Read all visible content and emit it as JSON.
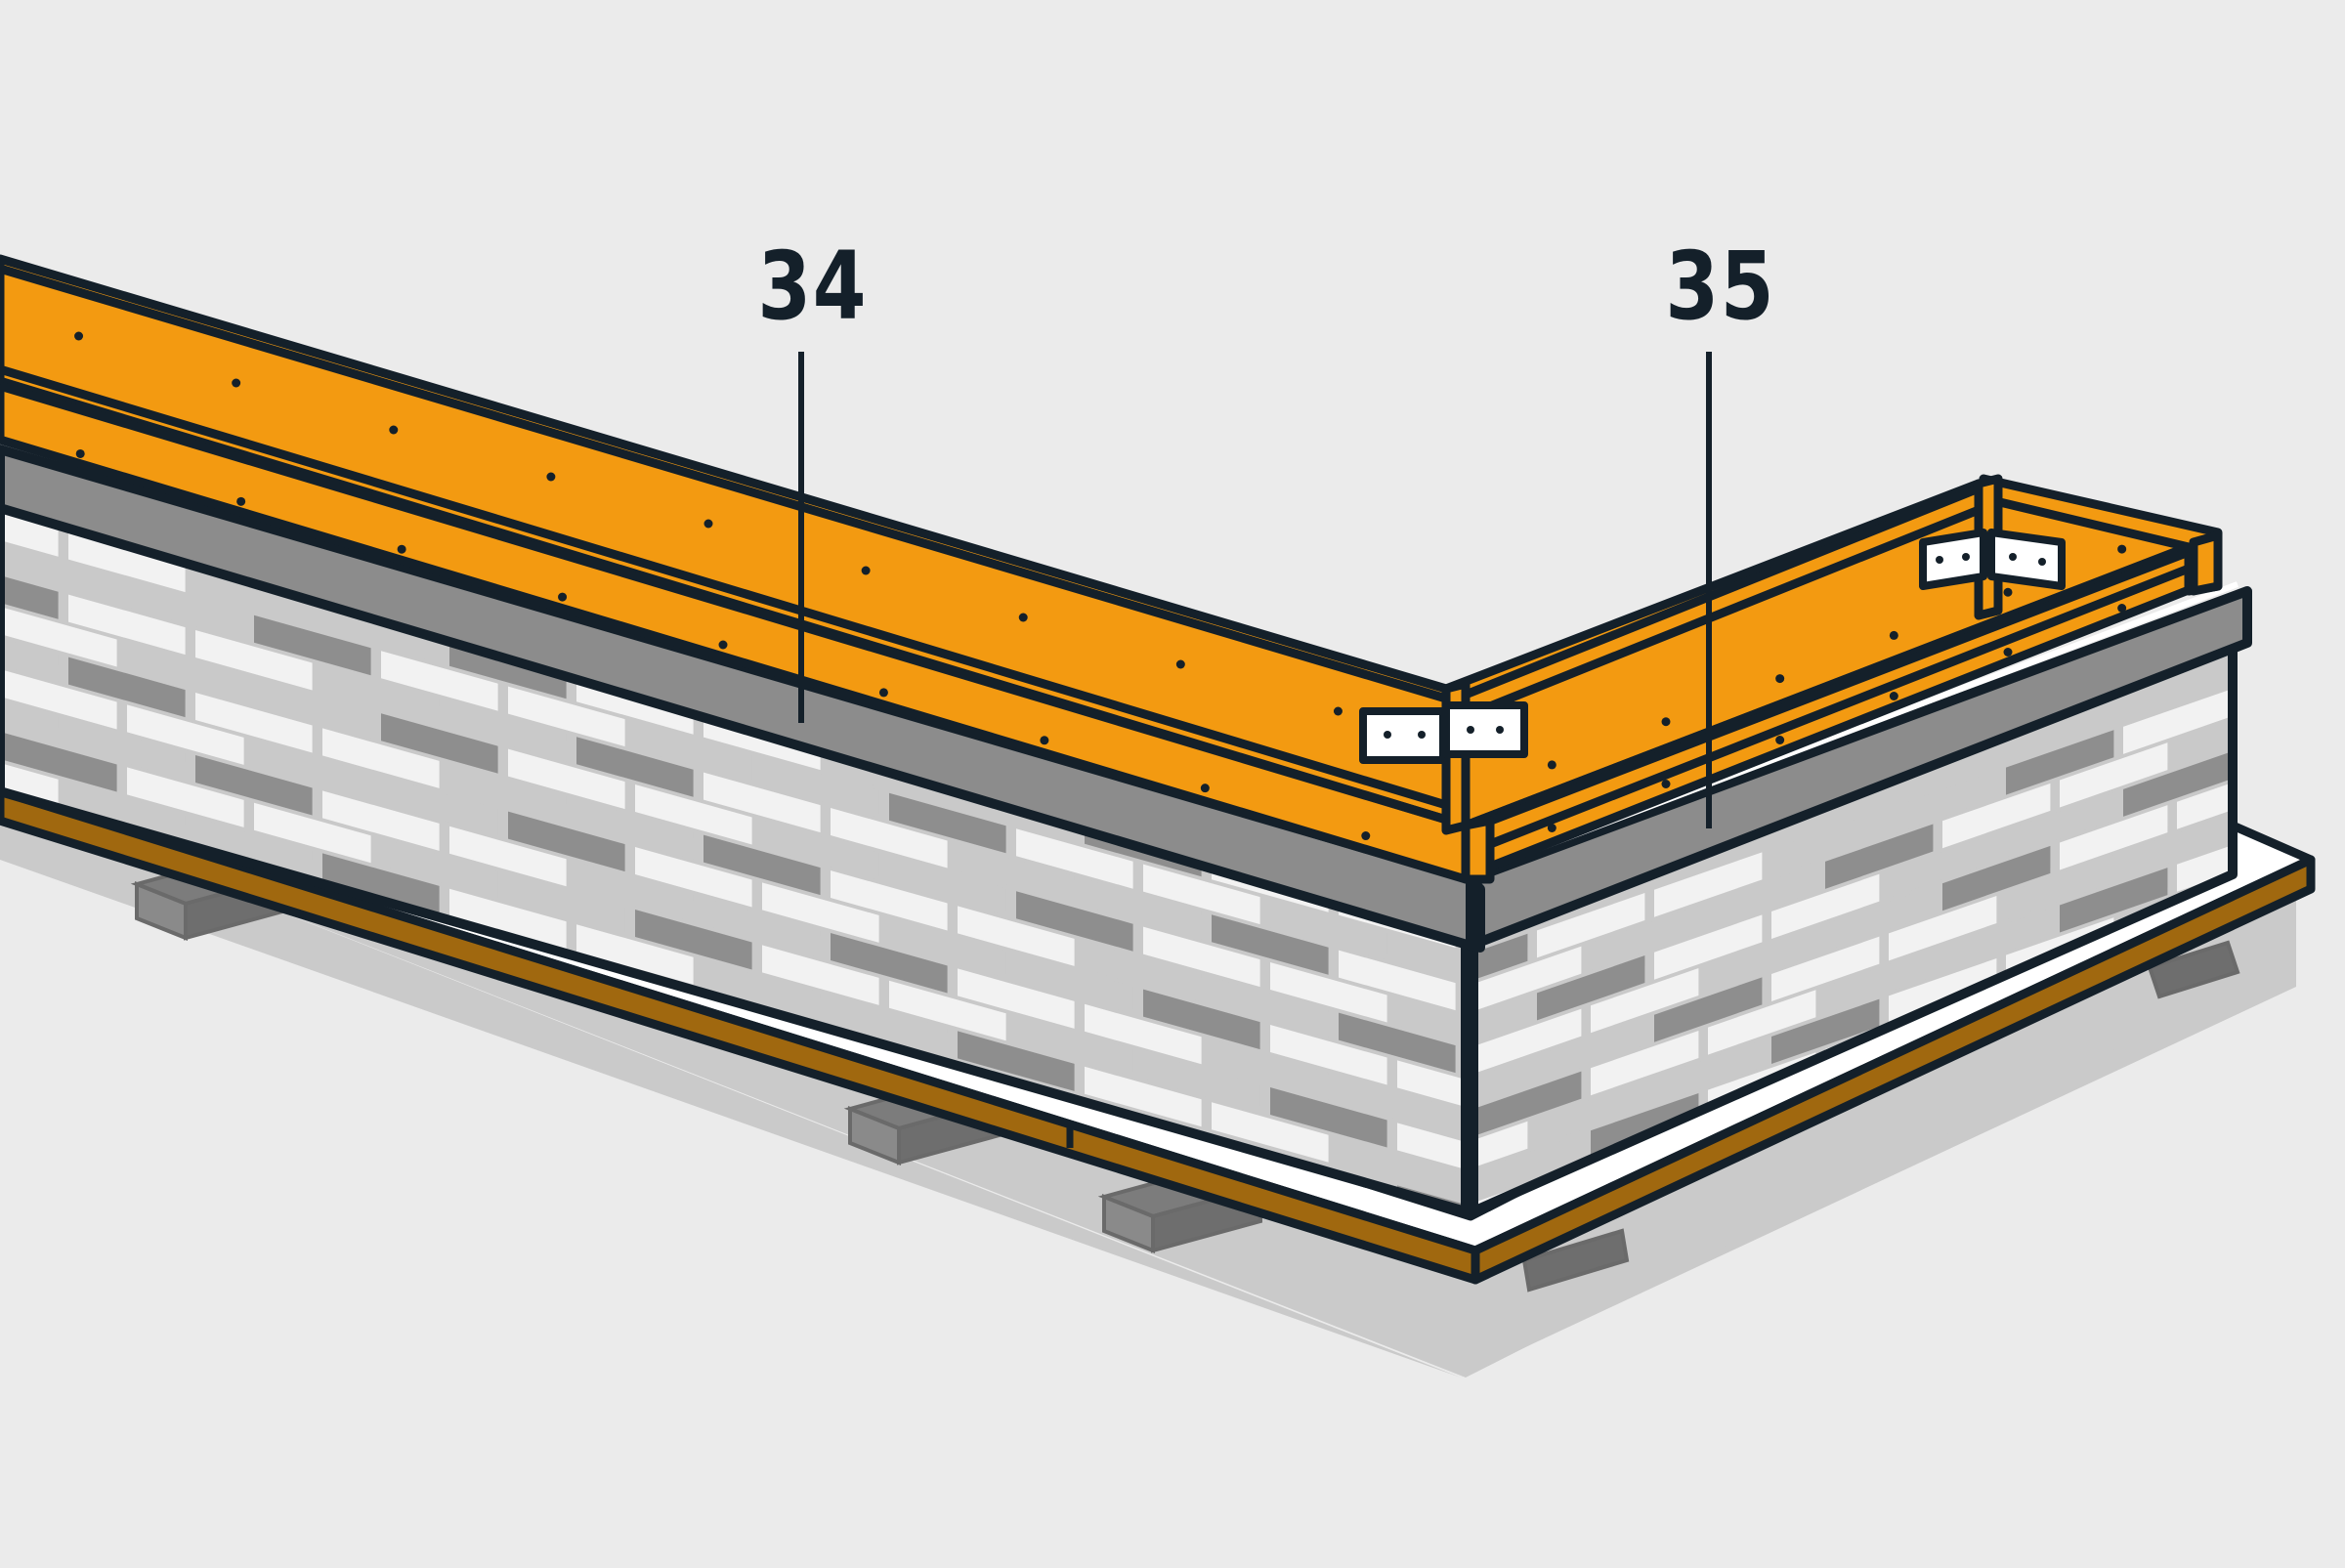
{
  "callouts": [
    {
      "id": "34",
      "label": "34"
    },
    {
      "id": "35",
      "label": "35"
    }
  ],
  "colors": {
    "background": "#ebebeb",
    "shadow": "#cacaca",
    "timber": "#f39a11",
    "outline": "#14202a",
    "membrane": "#8c8c8c",
    "brick_light": "#f2f2f2",
    "brick_mid": "#c9c9c9",
    "brick_dark": "#8e8e8e",
    "deck_edge": "#a0680f",
    "deck_top": "#ffffff",
    "support": "#7c7c7c",
    "bracket": "#ffffff"
  }
}
